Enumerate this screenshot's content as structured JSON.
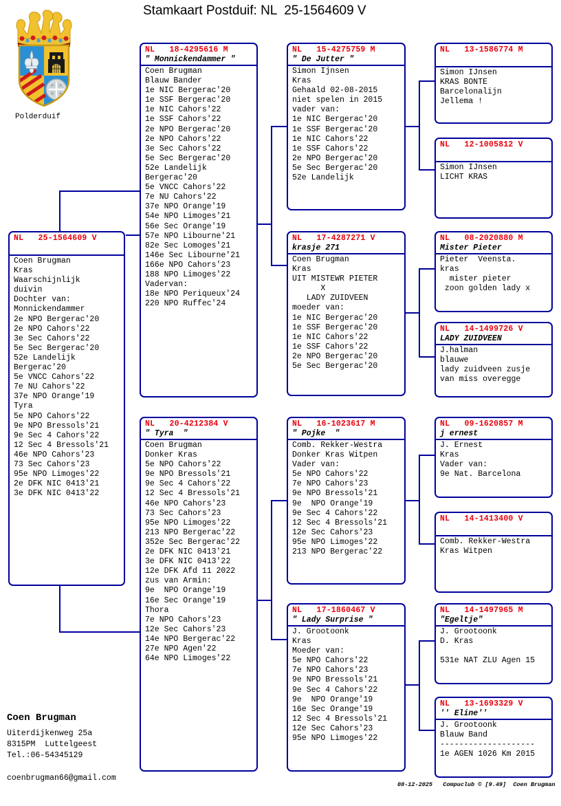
{
  "page": {
    "title": "Stamkaart Postduif: NL  25-1564609 V",
    "crest_caption": "Polderduif"
  },
  "subject": {
    "id": "NL   25-1564609 V",
    "name": "",
    "lines": [
      "Coen Brugman",
      "Kras",
      "Waarschijnlijk",
      "duivin",
      "Dochter van:",
      "Monnickendammer",
      "2e NPO Bergerac'20",
      "2e NPO Cahors'22",
      "3e Sec Cahors'22",
      "5e Sec Bergerac'20",
      "52e Landelijk",
      "Bergerac'20",
      "5e VNCC Cahors'22",
      "7e NU Cahors'22",
      "37e NPO Orange'19",
      "Tyra",
      "5e NPO Cahors'22",
      "9e NPO Bressols'21",
      "9e Sec 4 Cahors'22",
      "12 Sec 4 Bressols'21",
      "46e NPO Cahors'23",
      "73 Sec Cahors'23",
      "95e NPO Limoges'22",
      "2e DFK NIC 0413'21",
      "3e DFK NIC 0413'22"
    ]
  },
  "father": {
    "id": "NL   18-4295616 M",
    "name": "\" Monnickendammer \"",
    "lines": [
      "Coen Brugman",
      "Blauw Bander",
      "1e NIC Bergerac'20",
      "1e SSF Bergerac'20",
      "1e NIC Cahors'22",
      "1e SSF Cahors'22",
      "2e NPO Bergerac'20",
      "2e NPO Cahors'22",
      "3e Sec Cahors'22",
      "5e Sec Bergerac'20",
      "52e Landelijk",
      "Bergerac'20",
      "5e VNCC Cahors'22",
      "7e NU Cahors'22",
      "37e NPO Orange'19",
      "54e NPO Limoges'21",
      "56e Sec Orange'19",
      "57e NPO Libourne'21",
      "82e Sec Lomoges'21",
      "146e Sec Libourne'21",
      "166e NPO Cahors'23",
      "188 NPO Limoges'22",
      "Vadervan:",
      "18e NPO Periqueux'24",
      "220 NPO Ruffec'24"
    ]
  },
  "mother": {
    "id": "NL   20-4212384 V",
    "name": "\" Tyra  \"",
    "lines": [
      "Coen Brugman",
      "Donker Kras",
      "5e NPO Cahors'22",
      "9e NPO Bressols'21",
      "9e Sec 4 Cahors'22",
      "12 Sec 4 Bressols'21",
      "46e NPO Cahors'23",
      "73 Sec Cahors'23",
      "95e NPO Limoges'22",
      "213 NPO Bergerac'22",
      "352e Sec Bergerac'22",
      "2e DFK NIC 0413'21",
      "3e DFK NIC 0413'22",
      "12e DFK Afd 11 2022",
      "zus van Armin:",
      "9e  NPO Orange'19",
      "16e Sec Orange'19",
      "Thora",
      "7e NPO Cahors'23",
      "12e Sec Cahors'23",
      "14e NPO Bergerac'22",
      "27e NPO Agen'22",
      "64e NPO Limoges'22"
    ]
  },
  "pgf": {
    "id": "NL   15-4275759 M",
    "name": "\" De Jutter \"",
    "lines": [
      "Simon Ijnsen",
      "Kras",
      "Gehaald 02-08-2015",
      "niet spelen in 2015",
      "vader van:",
      "1e NIC Bergerac'20",
      "1e SSF Bergerac'20",
      "1e NIC Cahors'22",
      "1e SSF Cahors'22",
      "2e NPO Bergerac'20",
      "5e Sec Bergerac'20",
      "52e Landelijk"
    ]
  },
  "pgm": {
    "id": "NL   17-4287271 V",
    "name": "krasje 271",
    "lines": [
      "Coen Brugman",
      "Kras",
      "UIT MISTEWR PIETER",
      "      X",
      "   LADY ZUIDVEEN",
      "moeder van:",
      "1e NIC Bergerac'20",
      "1e SSF Bergerac'20",
      "1e NIC Cahors'22",
      "1e SSF Cahors'22",
      "2e NPO Bergerac'20",
      "5e Sec Bergerac'20"
    ]
  },
  "mgf": {
    "id": "NL   16-1023617 M",
    "name": "\" Pojke  \"",
    "lines": [
      "Comb. Rekker-Westra",
      "Donker Kras Witpen",
      "Vader van:",
      "5e NPO Cahors'22",
      "7e NPO Cahors'23",
      "9e NPO Bressols'21",
      "9e  NPO Orange'19",
      "9e Sec 4 Cahors'22",
      "12 Sec 4 Bressols'21",
      "12e Sec Cahors'23",
      "95e NPO Limoges'22",
      "213 NPO Bergerac'22"
    ]
  },
  "mgm": {
    "id": "NL   17-1860467 V",
    "name": "\" Lady Surprise \"",
    "lines": [
      "J. Grootoonk",
      "Kras",
      "Moeder van:",
      "5e NPO Cahors'22",
      "7e NPO Cahors'23",
      "9e NPO Bressols'21",
      "9e Sec 4 Cahors'22",
      "9e  NPO Orange'19",
      "16e Sec Orange'19",
      "12 Sec 4 Bressols'21",
      "12e Sec Cahors'23",
      "95e NPO Limoges'22"
    ]
  },
  "ggp1": {
    "id": "NL   13-1586774 M",
    "name": "",
    "lines": [
      "Simon IJnsen",
      "KRAS BONTE",
      "Barcelonalijn",
      "Jellema !"
    ]
  },
  "ggp2": {
    "id": "NL   12-1005812 V",
    "name": "",
    "lines": [
      "Simon IJnsen",
      "LICHT KRAS"
    ]
  },
  "ggp3": {
    "id": "NL   08-2020880 M",
    "name": "Mister Pieter",
    "lines": [
      "Pieter  Veensta.",
      "kras",
      "  mister pieter",
      " zoon golden lady x"
    ]
  },
  "ggp4": {
    "id": "NL   14-1499726 V",
    "name": "LADY ZUIDVEEN",
    "lines": [
      "J.halman",
      "blauwe",
      "lady zuidveen zusje",
      "van miss overegge"
    ]
  },
  "ggp5": {
    "id": "NL   09-1620857 M",
    "name": "j ernest",
    "lines": [
      "J. Ernest",
      "Kras",
      "Vader van:",
      "9e Nat. Barcelona"
    ]
  },
  "ggp6": {
    "id": "NL   14-1413400 V",
    "name": "",
    "lines": [
      "Comb. Rekker-Westra",
      "Kras Witpen"
    ]
  },
  "ggp7": {
    "id": "NL   14-1497965 M",
    "name": "\"Egeltje\"",
    "lines": [
      "J. Grootoonk",
      "D. Kras",
      "",
      "531e NAT ZLU Agen 15"
    ]
  },
  "ggp8": {
    "id": "NL   13-1693329 V",
    "name": "'' Eline''",
    "lines": [
      "J. Grootoonk",
      "Blauw Band",
      "--------------------",
      "1e AGEN 1026 Km 2015"
    ]
  },
  "owner": {
    "name": "Coen Brugman",
    "address": "Uiterdijkenweg 25a",
    "city": "8315PM  Luttelgeest",
    "phone": "Tel.:06-54345129",
    "email": "coenbrugman66@gmail.com"
  },
  "credit": "08-12-2025   Compuclub © [9.49]  Coen Brugman",
  "colors": {
    "box_border": "#00009c",
    "id_text": "#e8000d",
    "text": "#000000"
  }
}
